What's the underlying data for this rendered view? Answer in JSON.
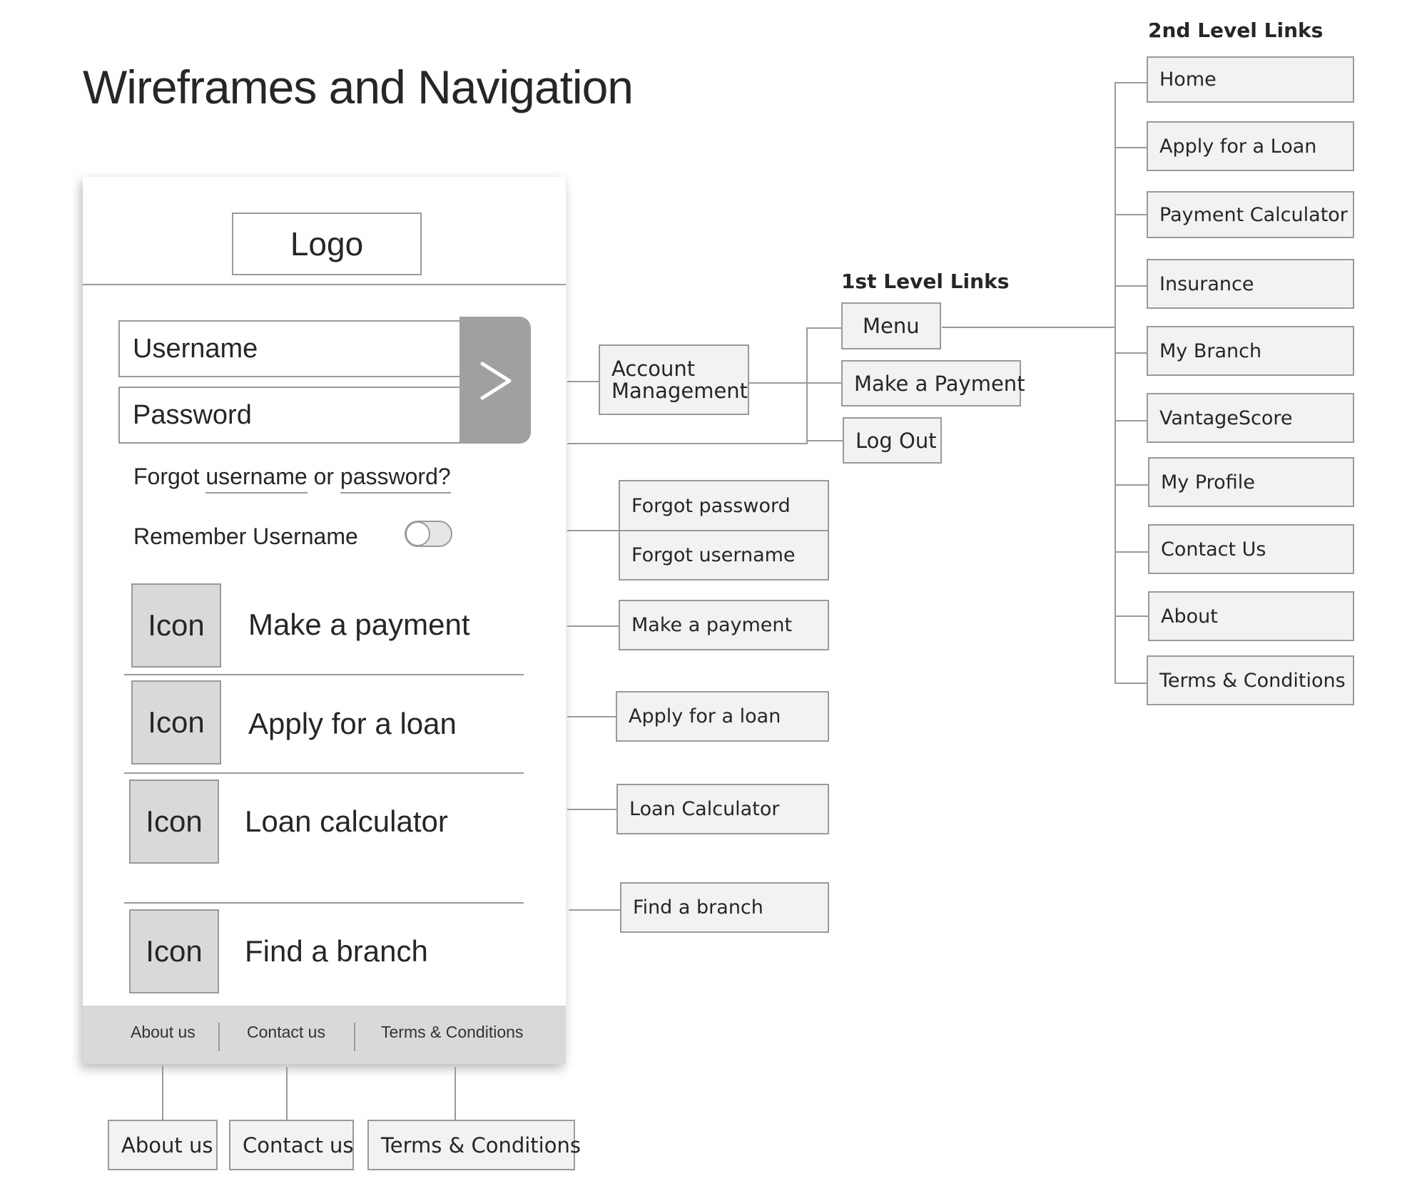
{
  "page": {
    "title": "Wireframes and Navigation"
  },
  "phone": {
    "logo_label": "Logo",
    "username_placeholder": "Username",
    "password_placeholder": "Password",
    "submit_icon": "chevron-right-icon",
    "forgot": {
      "prefix": "Forgot ",
      "username_link": "username",
      "middle": " or ",
      "password_link": "password?"
    },
    "remember_label": "Remember Username",
    "remember_toggle_on": false,
    "rows": [
      {
        "icon_label": "Icon",
        "label": "Make a payment"
      },
      {
        "icon_label": "Icon",
        "label": "Apply for a loan"
      },
      {
        "icon_label": "Icon",
        "label": "Loan calculator"
      },
      {
        "icon_label": "Icon",
        "label": "Find a branch"
      }
    ],
    "footer_links": [
      "About us",
      "Contact us",
      "Terms & Conditions"
    ]
  },
  "diagram": {
    "first_level_heading": "1st Level Links",
    "second_level_heading": "2nd Level Links",
    "account_management": [
      "Account",
      "Management"
    ],
    "first_level": [
      "Menu",
      "Make a Payment",
      "Log Out"
    ],
    "forgot_nodes": [
      "Forgot password",
      "Forgot username"
    ],
    "row_nodes": [
      "Make a payment",
      "Apply for a loan",
      "Loan Calculator",
      "Find a branch"
    ],
    "second_level": [
      "Home",
      "Apply for a Loan",
      "Payment Calculator",
      "Insurance",
      "My Branch",
      "VantageScore",
      "My Profile",
      "Contact Us",
      "About",
      "Terms & Conditions"
    ],
    "footer_nodes": [
      "About us",
      "Contact us",
      "Terms & Conditions"
    ]
  },
  "colors": {
    "line": "#9a9a9a",
    "node_fill": "#f2f2f2",
    "icon_fill": "#d9d9d9",
    "footer_fill": "#d9d9d9",
    "button_fill": "#a0a0a0",
    "text": "#262626"
  }
}
